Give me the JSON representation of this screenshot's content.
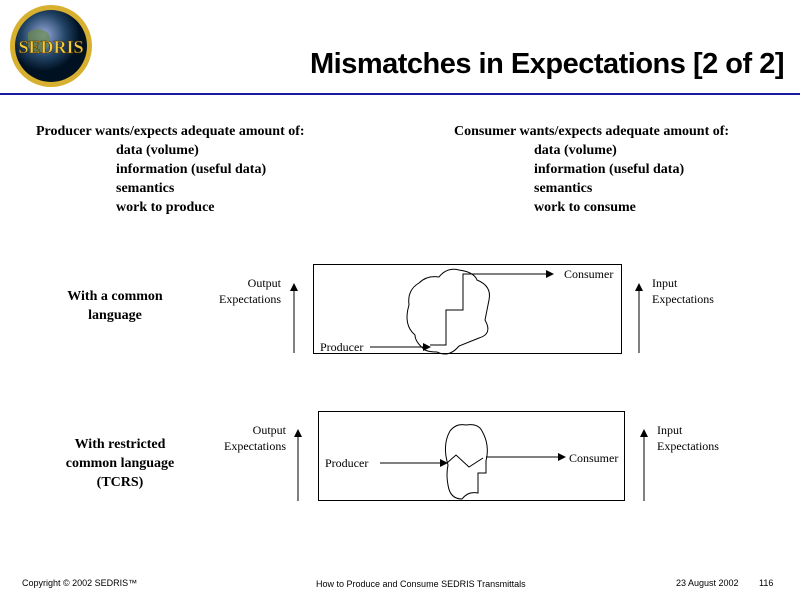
{
  "header": {
    "logo_text": "SEDRIS",
    "title": "Mismatches in Expectations [2 of 2]"
  },
  "producer": {
    "heading": "Producer wants/expects adequate amount of:",
    "items": [
      "data (volume)",
      "information (useful data)",
      "semantics",
      "work to produce"
    ]
  },
  "consumer": {
    "heading": "Consumer wants/expects adequate amount of:",
    "items": [
      "data (volume)",
      "information (useful data)",
      "semantics",
      "work to consume"
    ]
  },
  "diagrams": [
    {
      "label": [
        "With a common",
        "language"
      ],
      "output": [
        "Output",
        "Expectations"
      ],
      "input": [
        "Input",
        "Expectations"
      ],
      "producer": "Producer",
      "consumer": "Consumer"
    },
    {
      "label": [
        "With restricted",
        "common language",
        "(TCRS)"
      ],
      "output": [
        "Output",
        "Expectations"
      ],
      "input": [
        "Input",
        "Expectations"
      ],
      "producer": "Producer",
      "consumer": "Consumer"
    }
  ],
  "footer": {
    "copyright": "Copyright © 2002 SEDRIS™",
    "course": "How to Produce and Consume SEDRIS Transmittals",
    "date": "23 August 2002",
    "page": "116"
  },
  "colors": {
    "rule": "#1a1aa0",
    "logo_ring": "#d8b030"
  }
}
